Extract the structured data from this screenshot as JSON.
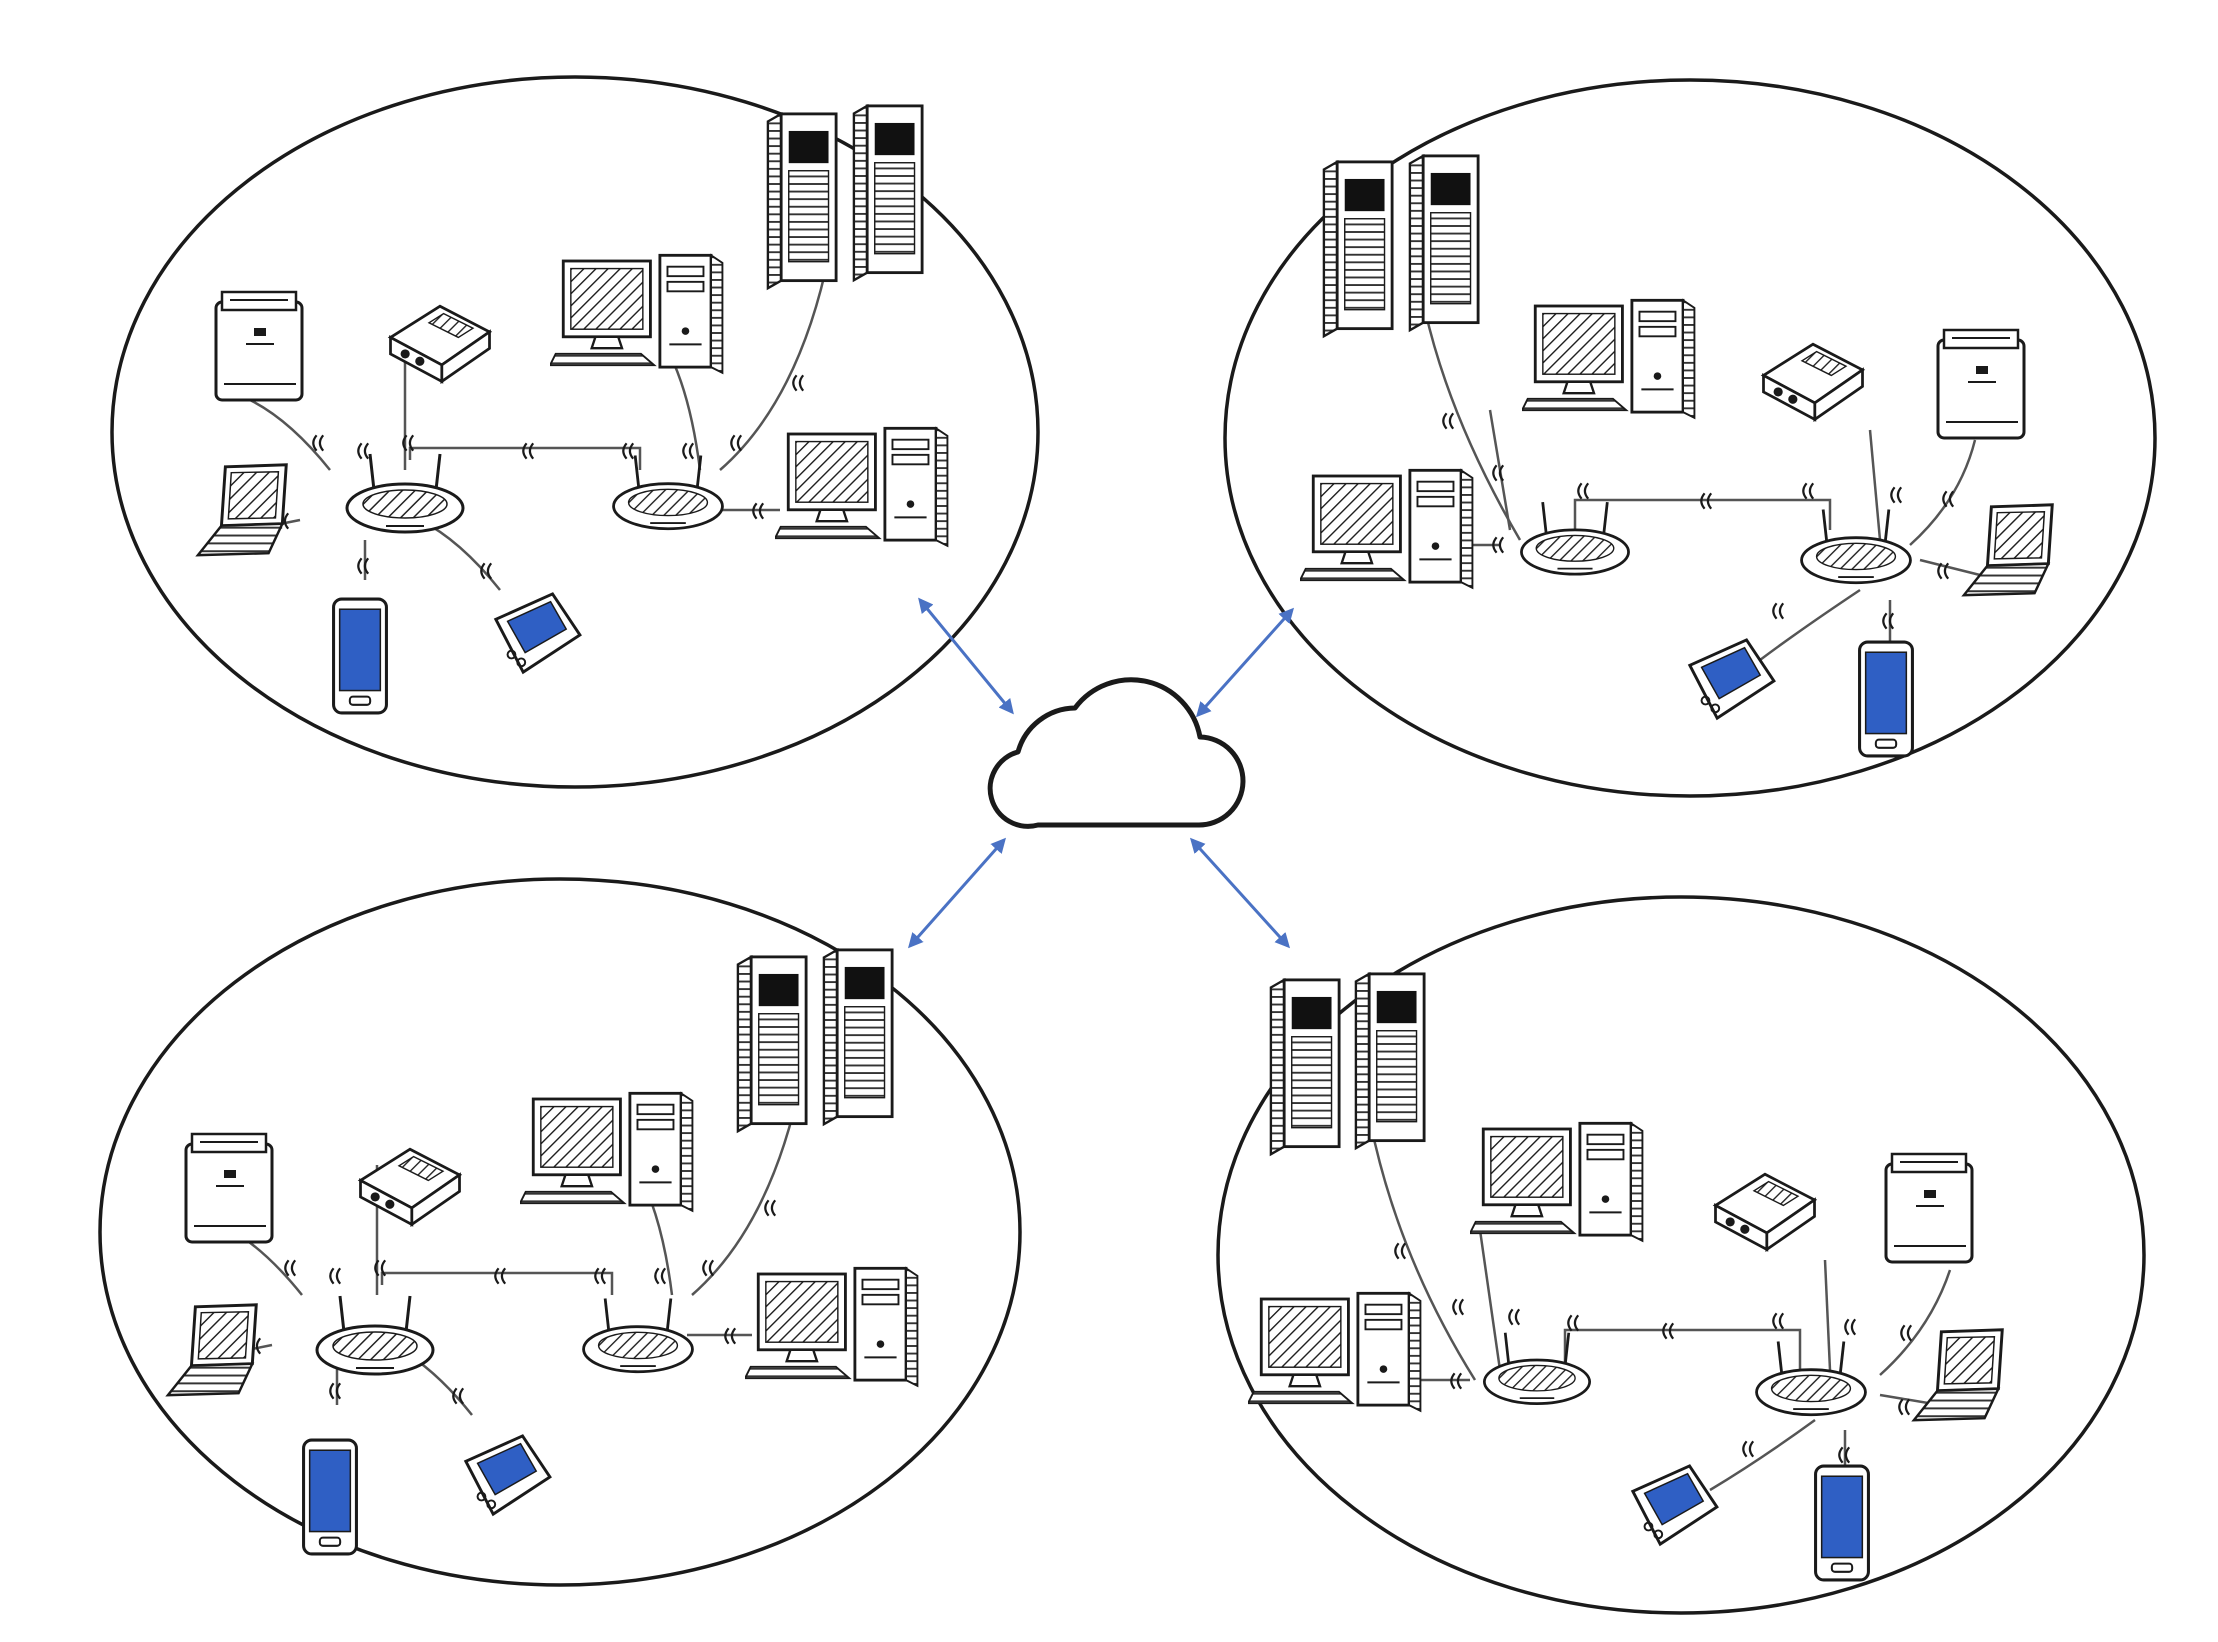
{
  "diagram": {
    "internet": {
      "icon": "cloud-icon"
    },
    "networks": [
      {
        "id": "network-top-left"
      },
      {
        "id": "network-top-right"
      },
      {
        "id": "network-bottom-left"
      },
      {
        "id": "network-bottom-right"
      }
    ],
    "device_icons": [
      "server-tower-icon",
      "desktop-computer-icon",
      "laptop-icon",
      "printer-icon",
      "projector-icon",
      "wireless-router-icon",
      "smartphone-icon",
      "pda-icon"
    ],
    "colors": {
      "ink": "#1a1a1a",
      "connector_arrow": "#4a72c4",
      "device_screen": "#2f5fc4",
      "background": "#ffffff"
    }
  }
}
